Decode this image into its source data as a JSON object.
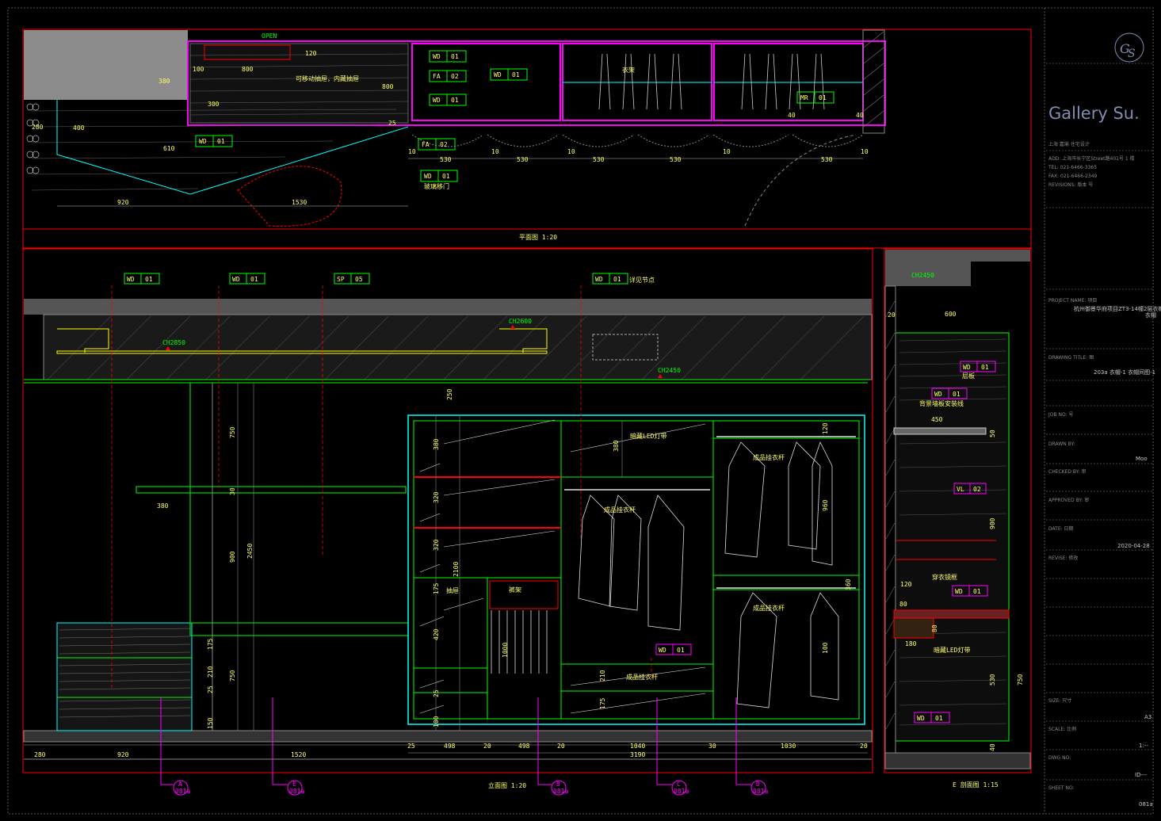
{
  "colors": {
    "frame": "#ff0000",
    "cyan": "#00ffff",
    "green": "#00ff00",
    "yellow": "#ffff66",
    "magenta": "#ff00ff",
    "white": "#ffffff",
    "grey": "#808080",
    "dark": "#222222"
  },
  "plan": {
    "open_label": "OPEN",
    "title": "平面图 1:20",
    "note_slide": "可移动抽屉，内藏抽屉",
    "note_lift": "衣架",
    "note_door": "玻璃移门",
    "dims": [
      "380",
      "100",
      "800",
      "120",
      "300",
      "800",
      "25",
      "280",
      "400",
      "610",
      "920",
      "1530",
      "10",
      "530",
      "10",
      "530",
      "10",
      "530",
      "530",
      "10",
      "530",
      "10",
      "40",
      "40"
    ],
    "tags": [
      {
        "a": "WD",
        "b": "01"
      },
      {
        "a": "FA",
        "b": "02"
      },
      {
        "a": "WD",
        "b": "01"
      },
      {
        "a": "WD",
        "b": "01"
      },
      {
        "a": "WD",
        "b": "01"
      },
      {
        "a": "FA",
        "b": "02"
      },
      {
        "a": "WD",
        "b": "01"
      },
      {
        "a": "MR",
        "b": "01"
      }
    ]
  },
  "elevation": {
    "title": "立面图 1:20",
    "ch_labels": [
      "CH2850",
      "CH2600",
      "CH2450"
    ],
    "note_led": "暗藏LED灯带",
    "note_rod1": "成品挂衣杆",
    "note_rod2": "成品挂衣杆",
    "note_rod3": "成品挂衣杆",
    "note_rod4": "成品挂衣杆",
    "note_trouser": "裤架",
    "note_drawer": "抽屉",
    "top_tags": [
      {
        "a": "WD",
        "b": "01"
      },
      {
        "a": "WD",
        "b": "01"
      },
      {
        "a": "SP",
        "b": "05"
      },
      {
        "a": "WD",
        "b": "01"
      }
    ],
    "tag_note": "详见节点",
    "mid_tag": {
      "a": "WD",
      "b": "01"
    },
    "dims_v": [
      "250",
      "380",
      "320",
      "380",
      "420",
      "175",
      "320",
      "2450",
      "750",
      "900",
      "2100",
      "750",
      "30",
      "175",
      "210",
      "210",
      "25",
      "175",
      "25",
      "150",
      "100",
      "360",
      "1000",
      "960",
      "120",
      "100"
    ],
    "dims_h": [
      "280",
      "920",
      "1520",
      "25",
      "498",
      "20",
      "498",
      "20",
      "1040",
      "30",
      "1030",
      "20",
      "3190",
      "380"
    ],
    "sections": [
      {
        "l": "A",
        "n": "081a"
      },
      {
        "l": "E",
        "n": "081a"
      },
      {
        "l": "B",
        "n": "081a"
      },
      {
        "l": "C",
        "n": "081a"
      },
      {
        "l": "D",
        "n": "081a"
      }
    ]
  },
  "section": {
    "title": "E 剖面图 1:15",
    "ch": "CH2450",
    "tags": [
      {
        "a": "WD",
        "b": "01"
      },
      {
        "a": "WD",
        "b": "01"
      },
      {
        "a": "VL",
        "b": "02"
      },
      {
        "a": "WD",
        "b": "01"
      },
      {
        "a": "WD",
        "b": "01"
      }
    ],
    "notes": [
      "层板",
      "背景墙板安装线",
      "穿衣镜框",
      "暗藏LED灯带"
    ],
    "dims": [
      "20",
      "600",
      "450",
      "50",
      "900",
      "120",
      "80",
      "80",
      "180",
      "750",
      "530",
      "40"
    ]
  },
  "titleblock": {
    "brand": "Gallery Su.",
    "company": "上海 嘉瑜  住宅设计",
    "add": "ADD: 上海市长宁区Street路401号 1 楼",
    "tel": "TEL: 021-6466-3365",
    "fax": "FAX: 021-6466-2349",
    "revisions": "REVISIONS: 版本 号",
    "project_label": "PROJECT NAME: 项目",
    "project_value": "杭州御景华府项目ZT3-14幢2层衣帽",
    "project_value2": "衣帽",
    "drawing_label": "DRAWING TITLE: 图",
    "drawing_value": "203a 衣帽-1  衣帽间图-1",
    "job_label": "JOB NO: 号",
    "drawn_label": "DRAWN BY: ",
    "drawn_value": "Moo",
    "checked_label": "CHECKED BY: 审",
    "approved_label": "APPROVED BY: 审",
    "date_label": "DATE: 日期",
    "date_value": "2020-04-28",
    "revise_label": "REVISE: 修改",
    "size_label": "SIZE: 尺寸",
    "size_value": "A3",
    "scale_label": "SCALE: 比例",
    "scale_value": "1:--",
    "dwg_label": "DWG NO:",
    "dwg_value": "ID---",
    "sheet_label": "SHEET NO:",
    "sheet_value": "081a"
  }
}
